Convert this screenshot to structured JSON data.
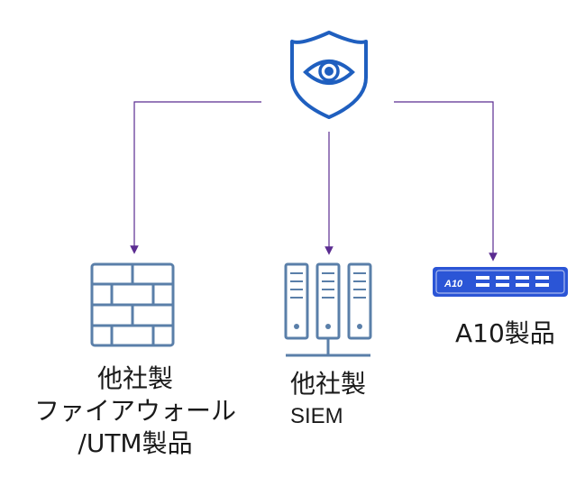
{
  "colors": {
    "icon_blue": "#1f5fbf",
    "server_blue": "#5a7fa9",
    "connector_purple": "#5b2c91",
    "a10_bar": "#2b55d6"
  },
  "icons": {
    "source": "shield-eye-icon",
    "firewall": "firewall-icon",
    "siem": "server-rack-icon",
    "a10": "a10-appliance-icon"
  },
  "nodes": {
    "firewall": {
      "line1": "他社製",
      "line2": "ファイアウォール",
      "line3": "/UTM製品"
    },
    "siem": {
      "line1": "他社製",
      "line2": "SIEM"
    },
    "a10": {
      "badge": "A10",
      "label": "A10製品"
    }
  }
}
